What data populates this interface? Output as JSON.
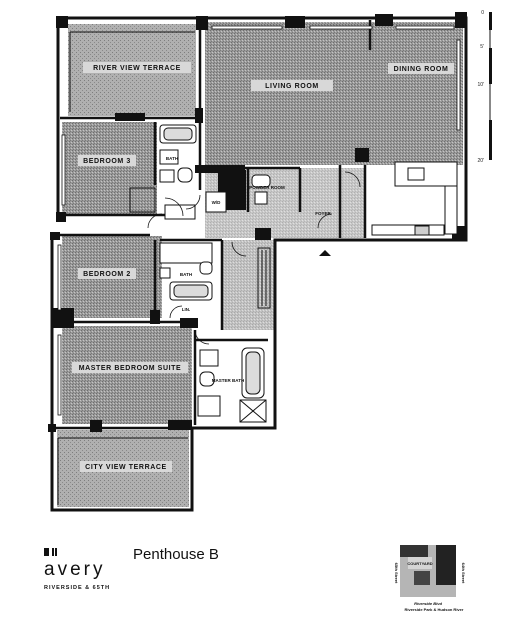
{
  "unit": {
    "title": "Penthouse B"
  },
  "brand": {
    "name": "avery",
    "tagline": "RIVERSIDE & 65TH"
  },
  "rooms": {
    "river_view_terrace": "RIVER VIEW TERRACE",
    "living_room": "LIVING ROOM",
    "dining_room": "DINING ROOM",
    "bedroom_3": "BEDROOM 3",
    "bedroom_2": "BEDROOM 2",
    "master_bedroom_suite": "MASTER BEDROOM SUITE",
    "city_view_terrace": "CITY VIEW TERRACE",
    "bath": "BATH",
    "powder_room": "POWDER ROOM",
    "foyer": "FOYER",
    "wd": "W/D",
    "lin": "LIN.",
    "master_bath": "MASTER BATH"
  },
  "scale": {
    "labels": [
      "0",
      "5'",
      "10'",
      "20'"
    ]
  },
  "keyplan": {
    "street_a": "65th Street",
    "street_b": "64th Street",
    "avenue": "Riverside Blvd",
    "courtyard": "COURTYARD",
    "park": "Riverside Park & Hudson River"
  },
  "colors": {
    "ink": "#111111",
    "shade": "#8c8c8c",
    "paper": "#ffffff"
  }
}
